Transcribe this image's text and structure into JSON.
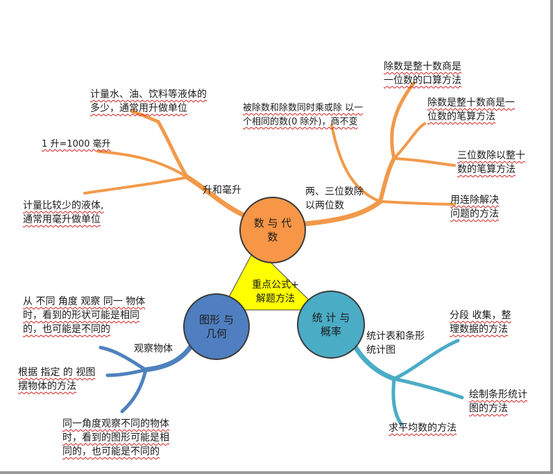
{
  "center": {
    "title_line1": "重点公式+",
    "title_line2": "解题方法"
  },
  "nodes": {
    "algebra": {
      "line1": "数 与 代",
      "line2": "数"
    },
    "geometry": {
      "line1": "图形 与",
      "line2": "几何"
    },
    "statistics": {
      "line1": "统 计 与",
      "line2": "概率"
    }
  },
  "branches": {
    "volume": {
      "label": "升和毫升",
      "leaves": {
        "liquid_l_1": "计量水、油、饮料等液体的",
        "liquid_l_2": "多少，通常用升做单位",
        "conversion": "1 升=1000 毫升",
        "liquid_ml_1": "计量比较少的液体,",
        "liquid_ml_2": "通常用毫升做单位"
      }
    },
    "division": {
      "label_1": "两、三位数除",
      "label_2": "以两位数",
      "leaves": {
        "tens_oral_1": "除数是整十数商是",
        "tens_oral_2": "一位数的口算方法",
        "invariance_1": "被除数和除数同时乘或除 以一",
        "invariance_2": "个相同的数(0 除外)，商不变",
        "tens_written_1": "除数是整十数商是一",
        "tens_written_2": "位数的笔算方法",
        "three_digit_1": "三位数除以整十",
        "three_digit_2": "数的笔算方法",
        "consecutive_1": "用连除解决",
        "consecutive_2": "问题的方法"
      }
    },
    "observe": {
      "label": "观察物体",
      "leaves": {
        "angles_1": "从 不同 角度 观察 同一 物体",
        "angles_2": "时，看到的形状可能是相同",
        "angles_3": "的，也可能是不同的",
        "arrange_1": "根据 指定 的 视图",
        "arrange_2": "摆物体的方法",
        "same_1": "同一角度观察不同的物体",
        "same_2": "时，看到的图形可能是相",
        "same_3": "同的，也可能是不同的"
      }
    },
    "charts": {
      "label_1": "统计表和条形",
      "label_2": "统计图",
      "leaves": {
        "collect_1": "分段 收集，整",
        "collect_2": "理数据的方法",
        "draw_1": "绘制条形统计",
        "draw_2": "图的方法",
        "average": "求平均数的方法"
      }
    }
  },
  "colors": {
    "orange_branch": "#f2994a",
    "orange_node": "#f79646",
    "blue_branch": "#4f81bd",
    "blue_node": "#4f7fc0",
    "teal_branch": "#4bacc6",
    "teal_node": "#4bacc6",
    "triangle": "#ffff00"
  }
}
